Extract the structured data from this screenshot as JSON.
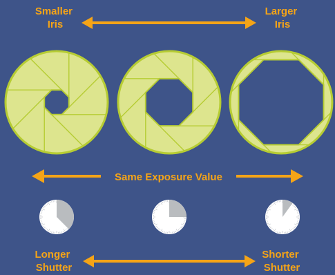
{
  "colors": {
    "background": "#3e5489",
    "accent": "#f5a417",
    "blade_fill": "#dde58e",
    "blade_stroke": "#b6cc33",
    "clock_face": "#ffffff",
    "clock_sector": "#b9bcbf"
  },
  "top": {
    "left_label": [
      "Smaller",
      "Iris"
    ],
    "right_label": [
      "Larger",
      "Iris"
    ]
  },
  "middle": {
    "label": "Same Exposure Value"
  },
  "bottom": {
    "left_label": [
      "Longer",
      "Shutter"
    ],
    "right_label": [
      "Shorter",
      "Shutter"
    ]
  },
  "apertures": [
    {
      "name": "small-aperture",
      "opening": 0.26
    },
    {
      "name": "medium-aperture",
      "opening": 0.5
    },
    {
      "name": "large-aperture",
      "opening": 0.9
    }
  ],
  "shutters": [
    {
      "name": "long-shutter",
      "fraction": 0.375
    },
    {
      "name": "medium-shutter",
      "fraction": 0.25
    },
    {
      "name": "short-shutter",
      "fraction": 0.1
    }
  ]
}
